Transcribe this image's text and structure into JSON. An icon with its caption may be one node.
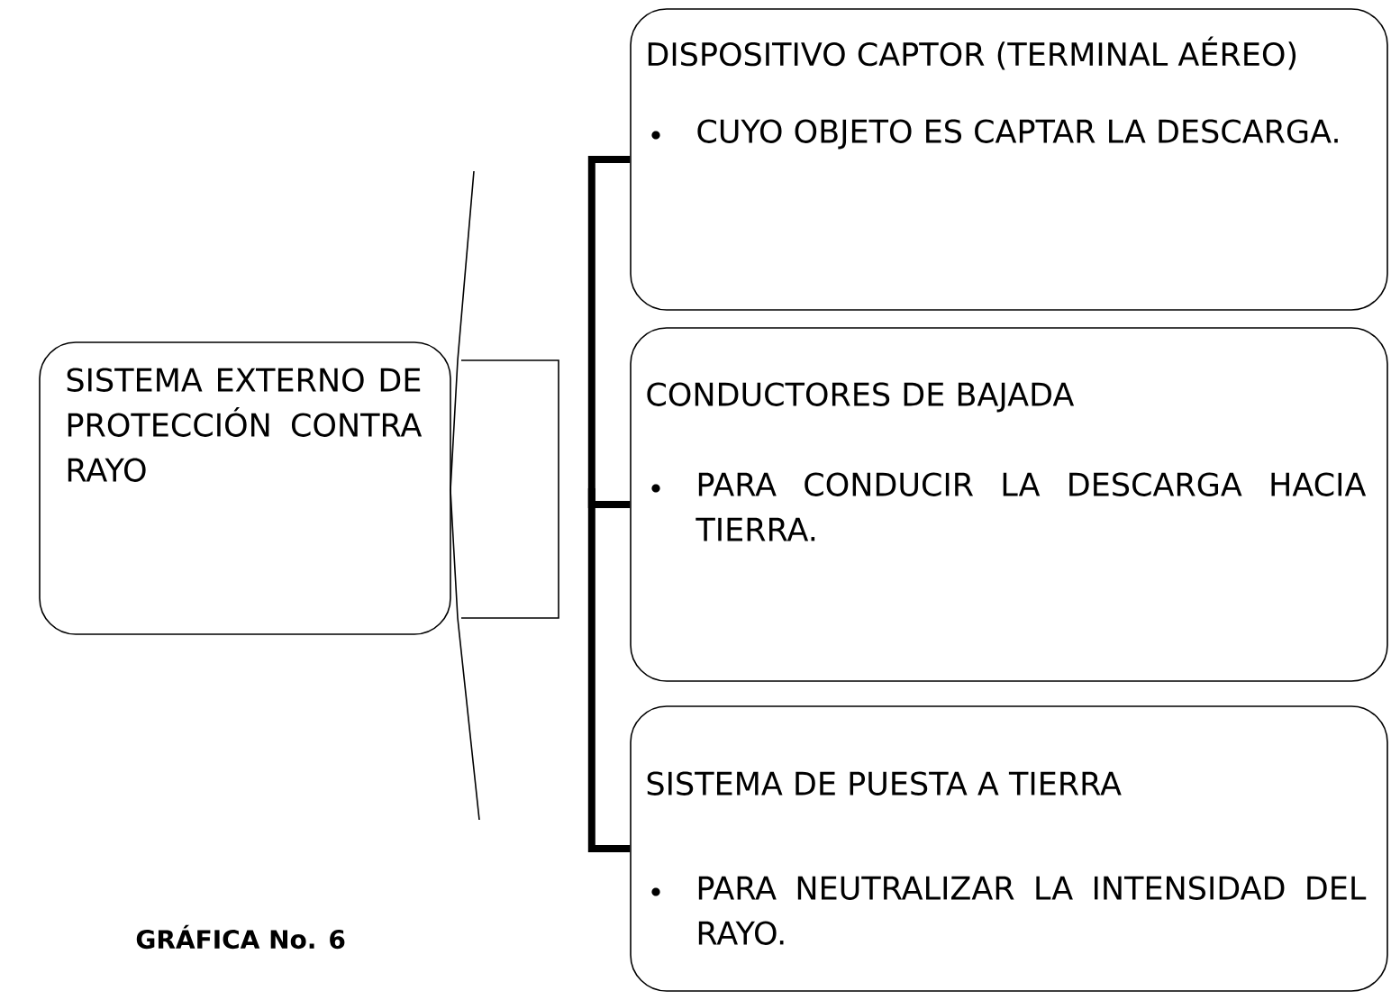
{
  "diagram": {
    "caption": "GRÁFICA No. 6",
    "nodes": [
      {
        "text": [
          "SISTEMA EXTERNO DE PROTECCIÓN CONTRA RAYO"
        ]
      },
      {
        "text": [
          "DISPOSITIVO CAPTOR (TERMINAL AÉREO)",
          "CUYO OBJETO ES CAPTAR LA DESCARGA."
        ]
      },
      {
        "text": [
          "CONDUCTORES DE BAJADA",
          "PARA CONDUCIR LA DESCARGA HACIA TIERRA."
        ]
      },
      {
        "text": [
          "SISTEMA DE PUESTA A TIERRA",
          "PARA NEUTRALIZAR LA INTENSIDAD DEL RAYO."
        ]
      }
    ],
    "edges": [
      {
        "from": 0,
        "to": 1,
        "arrow": "none"
      },
      {
        "from": 0,
        "to": 2,
        "arrow": "none"
      },
      {
        "from": 0,
        "to": 3,
        "arrow": "none"
      }
    ]
  }
}
